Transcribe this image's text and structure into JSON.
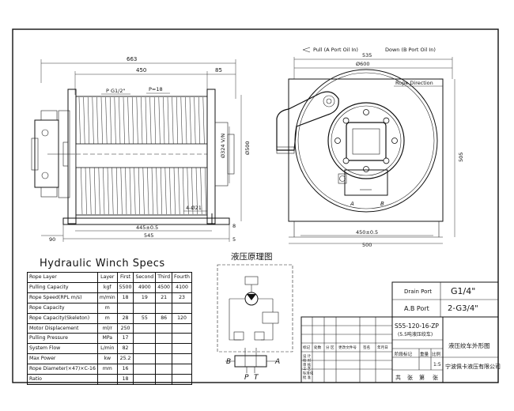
{
  "spec_title": "Hydraulic Winch Specs",
  "circuit_title": "液压原理图",
  "specs": {
    "header": [
      "Rope Layer",
      "Layer",
      "First",
      "Second",
      "Third",
      "Fourth"
    ],
    "rows": [
      [
        "Pulling Capacity",
        "kgf",
        "5500",
        "4900",
        "4500",
        "4100"
      ],
      [
        "Rope Speed(RPL m/s)",
        "m/min",
        "18",
        "19",
        "21",
        "23"
      ],
      [
        "Rope Capacity",
        "m",
        "",
        "",
        "",
        ""
      ],
      [
        "Rope Capacity(Skeleton)",
        "m",
        "28",
        "55",
        "86",
        "120"
      ],
      [
        "Motor Displacement",
        "ml/r",
        "250",
        "",
        "",
        ""
      ],
      [
        "Pulling Pressure",
        "MPa",
        "17",
        "",
        "",
        ""
      ],
      [
        "System Flow",
        "L/min",
        "82",
        "",
        "",
        ""
      ],
      [
        "Max Power",
        "kw",
        "25.2",
        "",
        "",
        ""
      ],
      [
        "Rope Diameter(×47)×C-16",
        "mm",
        "16",
        "",
        "",
        ""
      ],
      [
        "Ratio",
        "",
        "18",
        "",
        "",
        ""
      ]
    ]
  },
  "side_view": {
    "dim_total": "663",
    "dim_450": "450",
    "dim_85": "85",
    "pitch_thread": "P G1/2\"",
    "pitch": "P=18",
    "dim_324": "Ø324 V/N",
    "dim_500": "Ø500",
    "dim_21": "4-Ø21",
    "dim_445": "445±0.5",
    "dim_545": "545",
    "dim_90": "90",
    "dim_8": "8",
    "dim_5": "5"
  },
  "front_view": {
    "pull_label": "Pull (A Port Oil In)",
    "down_label": "Down (B Port Oil In)",
    "dim_535": "535",
    "dim_600": "Ø600",
    "rope_direction": "Rope Direction",
    "dim_505": "505",
    "dim_450": "450±0.5",
    "dim_500": "500",
    "port_a": "A",
    "port_b": "B"
  },
  "circuit": {
    "label_b": "B",
    "label_a": "A",
    "label_p": "P",
    "label_t": "T"
  },
  "title_block": {
    "drain_port_label": "Drain Port",
    "drain_port_value": "G1/4\"",
    "ab_port_label": "A.B Port",
    "ab_port_value": "2-G3/4\"",
    "model": "S55-120-16-ZP",
    "model_sub": "(5.5吨液压绞车)",
    "drawing_title": "液压绞车外形图",
    "company": "宁波佩卡液压有限公司",
    "stage_mark": "阶段标记",
    "weight": "重量",
    "scale": "比例",
    "scale_value": "1:5",
    "sheets_total": "共",
    "sheet": "张",
    "sheet_no": "第",
    "sheet_end": "张",
    "rev_headers": [
      "标记",
      "处数",
      "分 区",
      "更改文件号",
      "签名",
      "年月日"
    ],
    "sign_rows": [
      "设 计",
      "校 对",
      "审 核",
      "工 艺",
      "标准化",
      "批 准"
    ]
  }
}
